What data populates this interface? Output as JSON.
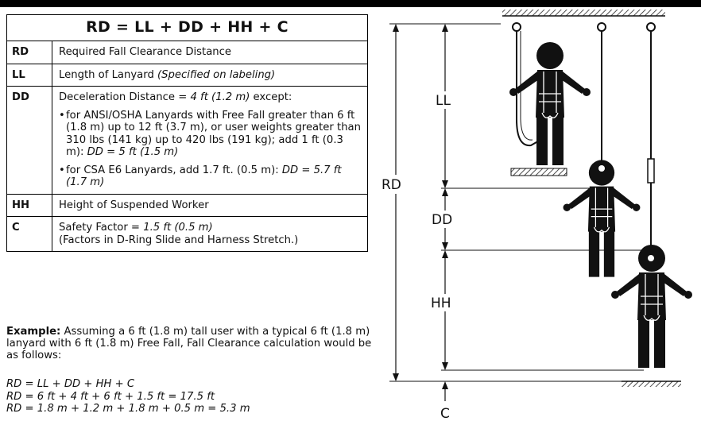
{
  "formula": "RD = LL + DD + HH + C",
  "rows": [
    {
      "abbr": "RD",
      "desc": "Required Fall Clearance Distance"
    },
    {
      "abbr": "LL",
      "desc": "Length of Lanyard",
      "note": "(Specified on labeling)"
    },
    {
      "abbr": "DD",
      "desc_prefix": "Deceleration Distance = ",
      "desc_value": "4 ft (1.2 m)",
      "desc_suffix": " except:",
      "bullet1": "for ANSI/OSHA Lanyards with Free Fall greater than 6 ft (1.8 m) up to 12 ft (3.7 m), or user weights greater than 310 lbs (141 kg) up to 420 lbs (191 kg); add 1 ft (0.3 m): ",
      "bullet1_value": "DD = 5 ft (1.5 m)",
      "bullet2": "for CSA E6 Lanyards, add 1.7 ft. (0.5 m): ",
      "bullet2_value": "DD = 5.7 ft (1.7 m)"
    },
    {
      "abbr": "HH",
      "desc": "Height of Suspended Worker"
    },
    {
      "abbr": "C",
      "desc_prefix": "Safety Factor = ",
      "desc_value": "1.5 ft (0.5 m)",
      "desc_note": "(Factors in D-Ring Slide and Harness Stretch.)"
    }
  ],
  "example": {
    "label": "Example:",
    "text": " Assuming a 6 ft (1.8 m) tall user with a typical 6 ft (1.8 m) lanyard with 6 ft (1.8 m) Free Fall, Fall Clearance calculation would be as follows:"
  },
  "calculation": [
    "RD = LL + DD + HH + C",
    "RD = 6 ft + 4 ft + 6 ft + 1.5 ft = 17.5 ft",
    "RD = 1.8 m + 1.2 m + 1.8 m + 0.5 m = 5.3 m"
  ],
  "diagram": {
    "label_ll": "LL",
    "label_rd": "RD",
    "label_dd": "DD",
    "label_hh": "HH",
    "label_c": "C"
  }
}
